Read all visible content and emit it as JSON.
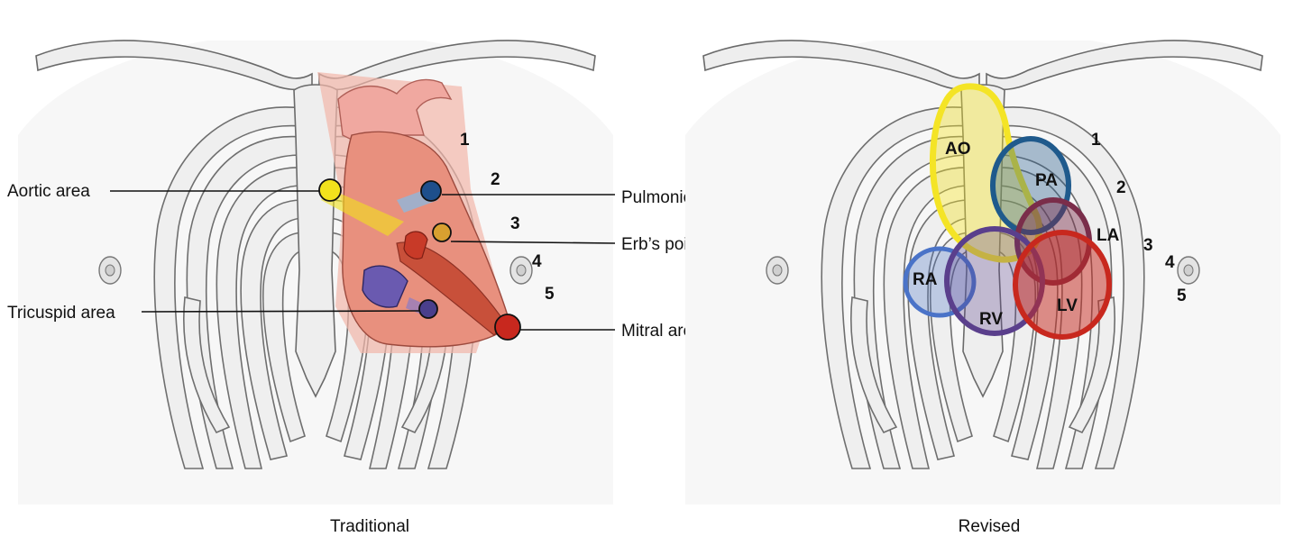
{
  "panels": {
    "traditional": {
      "caption": "Traditional",
      "rib_numbers": [
        "1",
        "2",
        "3",
        "4",
        "5"
      ],
      "callouts": {
        "aortic": "Aortic area",
        "pulmonic": "Pulmonic area",
        "erbs": "Erb’s point",
        "tricuspid": "Tricuspid area",
        "mitral": "Mitral area"
      },
      "marker_colors": {
        "aortic": "#f2e21c",
        "pulmonic": "#1e4f8c",
        "erbs": "#d8a030",
        "tricuspid": "#4a3f8c",
        "mitral": "#c8281e"
      }
    },
    "revised": {
      "caption": "Revised",
      "rib_numbers": [
        "1",
        "2",
        "3",
        "4",
        "5"
      ],
      "regions": {
        "ao": "AO",
        "pa": "PA",
        "la": "LA",
        "ra": "RA",
        "rv": "RV",
        "lv": "LV"
      },
      "region_colors": {
        "ao": "#f4e426",
        "pa": "#1f5a8c",
        "la": "#7a2d4a",
        "ra": "#4a73c8",
        "rv": "#5a3f8c",
        "lv": "#c8281e"
      }
    }
  }
}
